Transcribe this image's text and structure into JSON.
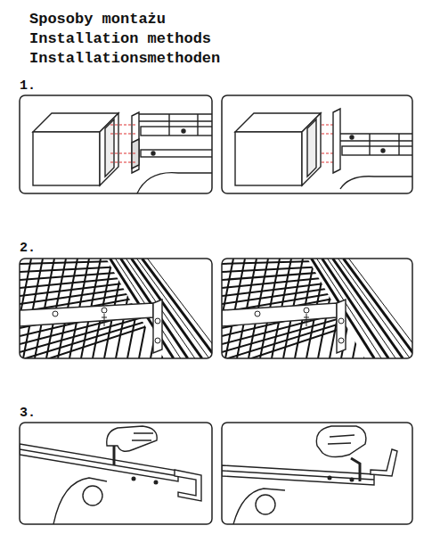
{
  "diagram": {
    "title": "Sposoby montażu",
    "labels": [
      "Installation methods",
      "Installationsmethoden",
      "1.",
      "2.",
      "3."
    ]
  }
}
